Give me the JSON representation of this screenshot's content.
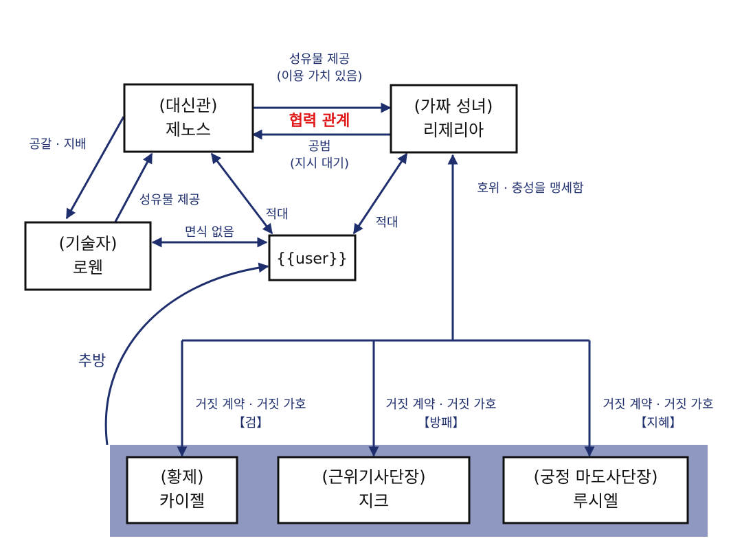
{
  "colors": {
    "edge": "#1f2f6e",
    "cooperation": "#e01818",
    "group_band": "#8e98c0",
    "box_border": "#111111"
  },
  "nodes": {
    "xenos": {
      "role": "(대신관)",
      "name": "제노스"
    },
    "lizeria": {
      "role": "(가짜 성녀)",
      "name": "리제리아"
    },
    "rowen": {
      "role": "(기술자)",
      "name": "로웬"
    },
    "user": {
      "name": "{{user}}"
    },
    "kaizel": {
      "role": "(황제)",
      "name": "카이젤"
    },
    "zik": {
      "role": "(근위기사단장)",
      "name": "지크"
    },
    "luciel": {
      "role": "(궁정 마도사단장)",
      "name": "루시엘"
    }
  },
  "edges": {
    "xenos_to_lizeria": {
      "line1": "성유물 제공",
      "line2": "(이용 가치 있음)"
    },
    "cooperation": "협력 관계",
    "lizeria_to_xenos": {
      "line1": "공범",
      "line2": "(지시 대기)"
    },
    "xenos_rowen": "공갈 · 지배",
    "rowen_to_xenos": "성유물 제공",
    "xenos_user": "적대",
    "lizeria_user": "적대",
    "rowen_user": "면식 없음",
    "group_to_lizeria": "호위 · 충성을 맹세함",
    "exile": "추방",
    "lizeria_to_kaizel": {
      "line1": "거짓 계약 · 거짓 가호",
      "line2": "【검】"
    },
    "lizeria_to_zik": {
      "line1": "거짓 계약 · 거짓 가호",
      "line2": "【방패】"
    },
    "lizeria_to_luciel": {
      "line1": "거짓 계약 · 거짓 가호",
      "line2": "【지혜】"
    }
  }
}
